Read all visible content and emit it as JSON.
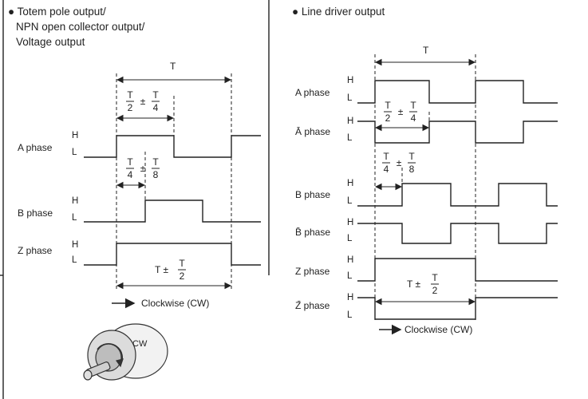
{
  "left": {
    "title_lines": [
      "● Totem pole output/",
      "NPN open collector output/",
      "Voltage output"
    ],
    "period_label": "T",
    "tol1": {
      "a_num": "T",
      "a_den": "2",
      "pm": "±",
      "b_num": "T",
      "b_den": "4"
    },
    "tol2": {
      "a_num": "T",
      "a_den": "4",
      "pm": "±",
      "b_num": "T",
      "b_den": "8"
    },
    "tol3": {
      "pre": "T ±",
      "b_num": "T",
      "b_den": "2"
    },
    "phases": [
      "A phase",
      "B phase",
      "Z phase"
    ],
    "direction": "Clockwise (CW)",
    "shaft_label": "CW"
  },
  "right": {
    "title": "● Line driver output",
    "period_label": "T",
    "tol1": {
      "a_num": "T",
      "a_den": "2",
      "pm": "±",
      "b_num": "T",
      "b_den": "4"
    },
    "tol2": {
      "a_num": "T",
      "a_den": "4",
      "pm": "±",
      "b_num": "T",
      "b_den": "8"
    },
    "tol3": {
      "pre": "T ±",
      "b_num": "T",
      "b_den": "2"
    },
    "phases": [
      "A phase",
      "Ā phase",
      "B phase",
      "B̄ phase",
      "Z phase",
      "Z̄ phase"
    ],
    "direction": "Clockwise (CW)"
  },
  "levels": {
    "high": "H",
    "low": "L"
  }
}
